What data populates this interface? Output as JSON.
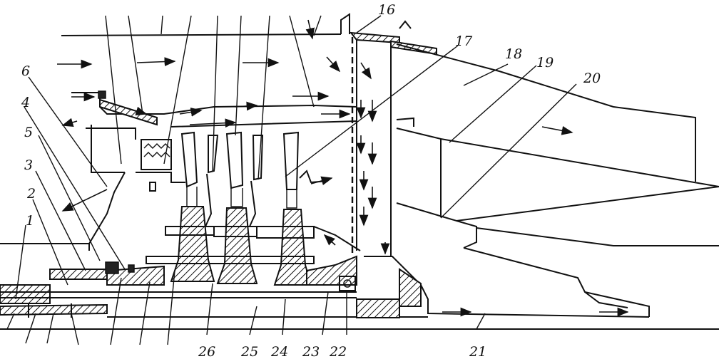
{
  "labels": {
    "l1": "1",
    "l2": "2",
    "l3": "3",
    "l4": "4",
    "l5": "5",
    "l6": "6",
    "l16": "16",
    "l17": "17",
    "l18": "18",
    "l19": "19",
    "l20": "20",
    "l21": "21",
    "l22": "22",
    "l23": "23",
    "l24": "24",
    "l25": "25",
    "l26": "26"
  }
}
